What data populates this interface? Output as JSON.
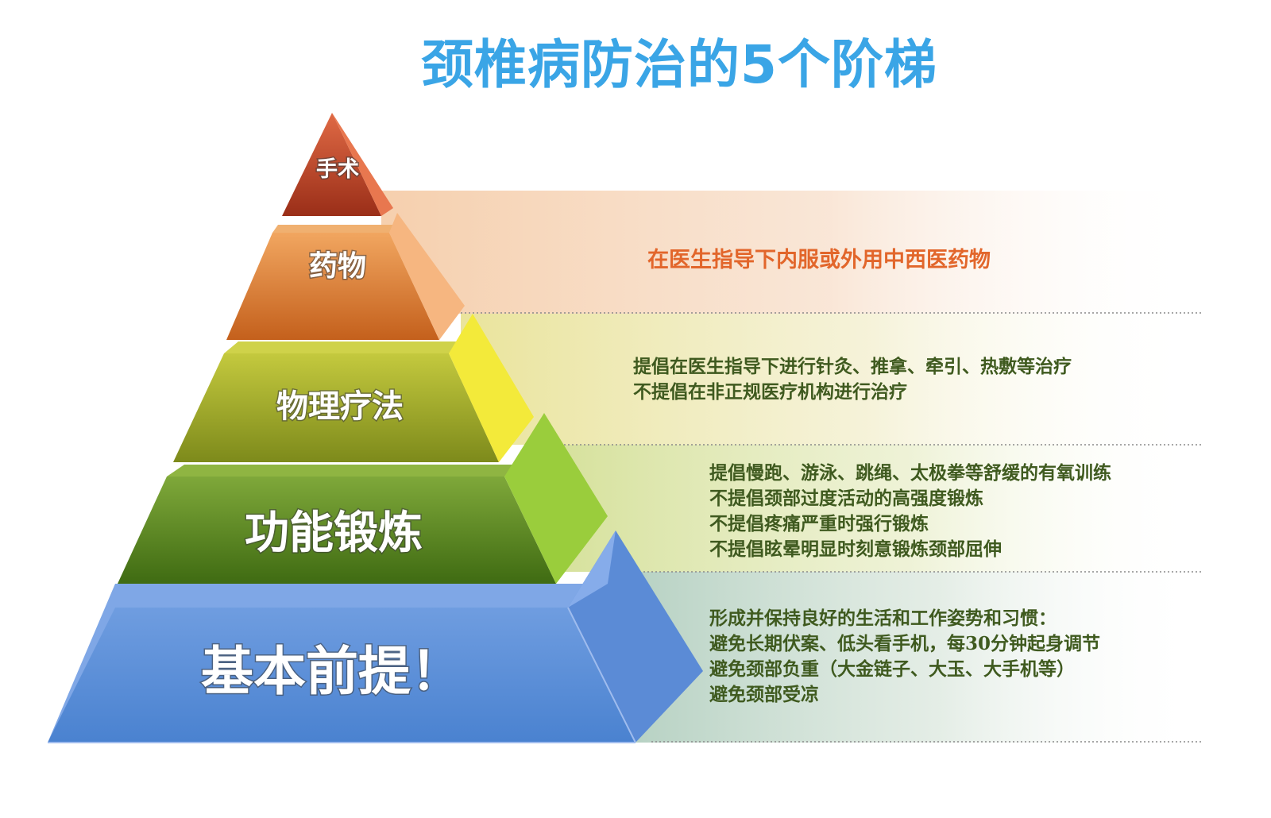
{
  "title": "颈椎病防治的5个阶梯",
  "colors": {
    "title": "#3aa5e6",
    "tier_surgery": "#c8452a",
    "tier_medication": "#e07b2a",
    "tier_physio": "#a7b323",
    "tier_exercise": "#6b9a24",
    "tier_foundation": "#5a8fd8",
    "medication_text": "#e2662b",
    "body_text": "#3f5a1f"
  },
  "tiers": [
    {
      "label": "手术",
      "lines": []
    },
    {
      "label": "药物",
      "lines": [
        "在医生指导下内服或外用中西医药物"
      ]
    },
    {
      "label": "物理疗法",
      "lines": [
        "提倡在医生指导下进行针灸、推拿、牵引、热敷等治疗",
        "不提倡在非正规医疗机构进行治疗"
      ]
    },
    {
      "label": "功能锻炼",
      "lines": [
        "提倡慢跑、游泳、跳绳、太极拳等舒缓的有氧训练",
        "不提倡颈部过度活动的高强度锻炼",
        "不提倡疼痛严重时强行锻炼",
        "不提倡眩晕明显时刻意锻炼颈部屈伸"
      ]
    },
    {
      "label": "基本前提！",
      "lines": [
        "形成并保持良好的生活和工作姿势和习惯：",
        "避免长期伏案、低头看手机，每30分钟起身调节",
        "避免颈部负重（大金链子、大玉、大手机等）",
        "避免颈部受凉"
      ]
    }
  ]
}
